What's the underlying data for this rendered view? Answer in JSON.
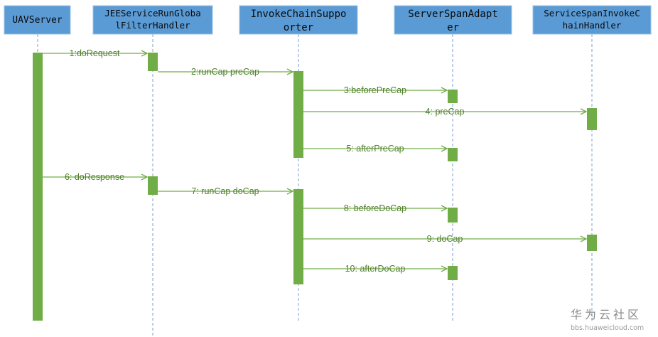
{
  "participants": [
    {
      "id": "uav",
      "label_lines": [
        "UAVServer"
      ]
    },
    {
      "id": "jee",
      "label_lines": [
        "JEEServiceRunGloba",
        "lFilterHandler"
      ]
    },
    {
      "id": "invoke",
      "label_lines": [
        "InvokeChainSuppo",
        "orter"
      ]
    },
    {
      "id": "span",
      "label_lines": [
        "ServerSpanAdapt",
        "er"
      ]
    },
    {
      "id": "handler",
      "label_lines": [
        "ServiceSpanInvokeC",
        "hainHandler"
      ]
    }
  ],
  "messages": [
    {
      "from": "uav",
      "to": "jee",
      "label": "1:doRequest"
    },
    {
      "from": "jee",
      "to": "invoke",
      "label": "2:runCap preCap"
    },
    {
      "from": "invoke",
      "to": "span",
      "label": "3:beforePreCap"
    },
    {
      "from": "invoke",
      "to": "handler",
      "label": "4:  preCap"
    },
    {
      "from": "invoke",
      "to": "span",
      "label": "5:  afterPreCap"
    },
    {
      "from": "uav",
      "to": "jee",
      "label": "6:  doResponse"
    },
    {
      "from": "jee",
      "to": "invoke",
      "label": "7:  runCap doCap"
    },
    {
      "from": "invoke",
      "to": "span",
      "label": "8:  beforeDoCap"
    },
    {
      "from": "invoke",
      "to": "handler",
      "label": "9:  doCap"
    },
    {
      "from": "invoke",
      "to": "span",
      "label": "10:  afterDoCap"
    }
  ],
  "watermark": {
    "name": "华为云社区",
    "url": "bbs.huaweicloud.com"
  },
  "colors": {
    "header_fill": "#5b9bd5",
    "activation": "#70ad47",
    "message_text": "#4f7f2a",
    "lifeline": "#7f9fcf"
  }
}
